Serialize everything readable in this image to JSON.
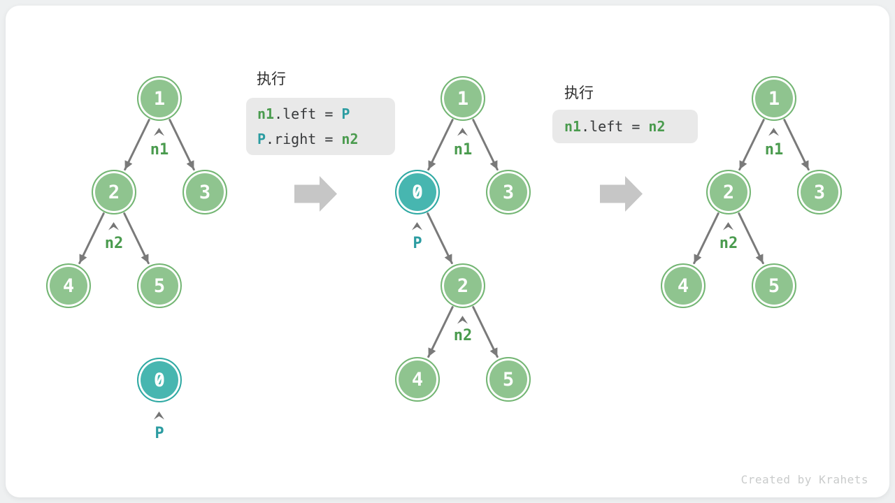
{
  "watermark": "Created by Krahets",
  "colors": {
    "node_green_fill": "#8FC48F",
    "node_green_border": "#74B674",
    "node_teal_fill": "#47B6B0",
    "node_teal_border": "#2FA9A3",
    "edge_arrow": "#7A7A7A",
    "transition_arrow": "#C6C6C6",
    "code_background": "#E9E9E9",
    "code_green": "#4A9B4E",
    "code_teal": "#2B9CA1",
    "code_default": "#37393B",
    "page_background": "#EEF0F1",
    "card_background": "#FFFFFF"
  },
  "code_blocks": [
    {
      "title": "执行",
      "lines": [
        [
          {
            "text": "n1",
            "color": "green"
          },
          {
            "text": ".left = ",
            "color": "default"
          },
          {
            "text": "P",
            "color": "teal"
          }
        ],
        [
          {
            "text": "P",
            "color": "teal"
          },
          {
            "text": ".right = ",
            "color": "default"
          },
          {
            "text": "n2",
            "color": "green"
          }
        ]
      ]
    },
    {
      "title": "执行",
      "lines": [
        [
          {
            "text": "n1",
            "color": "green"
          },
          {
            "text": ".left = ",
            "color": "default"
          },
          {
            "text": "n2",
            "color": "green"
          }
        ]
      ]
    }
  ],
  "trees": [
    {
      "name": "step-1-initial",
      "nodes": [
        {
          "value": "1",
          "kind": "green"
        },
        {
          "value": "2",
          "kind": "green"
        },
        {
          "value": "3",
          "kind": "green"
        },
        {
          "value": "4",
          "kind": "green"
        },
        {
          "value": "5",
          "kind": "green"
        },
        {
          "value": "0",
          "kind": "teal"
        }
      ],
      "pointers": [
        {
          "label": "n1"
        },
        {
          "label": "n2"
        },
        {
          "label": "P"
        }
      ]
    },
    {
      "name": "step-2-node-p-inserted",
      "nodes": [
        {
          "value": "1",
          "kind": "green"
        },
        {
          "value": "0",
          "kind": "teal"
        },
        {
          "value": "3",
          "kind": "green"
        },
        {
          "value": "2",
          "kind": "green"
        },
        {
          "value": "4",
          "kind": "green"
        },
        {
          "value": "5",
          "kind": "green"
        }
      ],
      "pointers": [
        {
          "label": "n1"
        },
        {
          "label": "P"
        },
        {
          "label": "n2"
        }
      ]
    },
    {
      "name": "step-3-node-p-removed",
      "nodes": [
        {
          "value": "1",
          "kind": "green"
        },
        {
          "value": "2",
          "kind": "green"
        },
        {
          "value": "3",
          "kind": "green"
        },
        {
          "value": "4",
          "kind": "green"
        },
        {
          "value": "5",
          "kind": "green"
        }
      ],
      "pointers": [
        {
          "label": "n1"
        },
        {
          "label": "n2"
        }
      ]
    }
  ]
}
